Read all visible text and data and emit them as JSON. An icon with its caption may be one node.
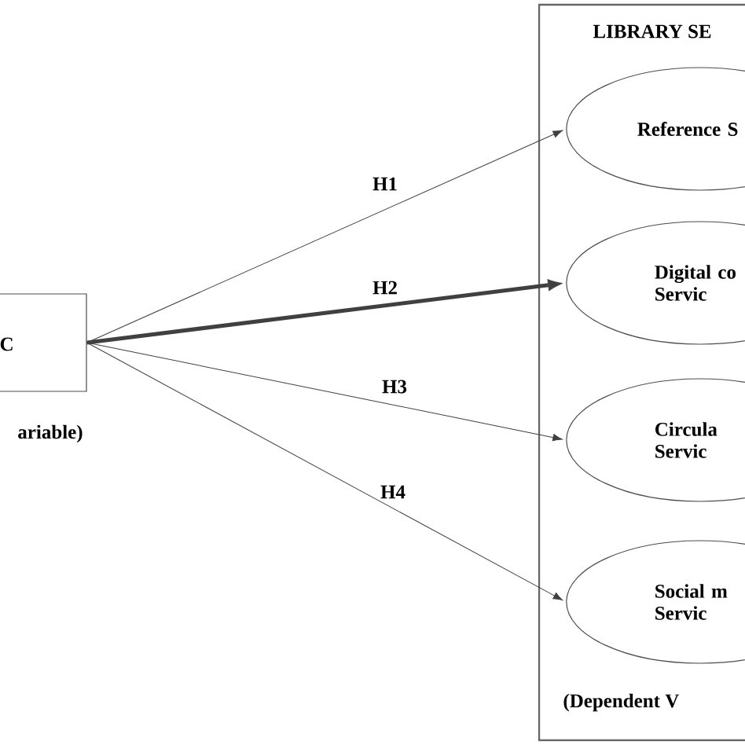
{
  "diagram": {
    "nodes": [
      {
        "text": [
          "C"
        ],
        "beside": [
          "ariable)"
        ]
      },
      {
        "text": [
          "LIBRARY SE",
          "(Dependent V"
        ]
      },
      {
        "text": [
          "Reference S"
        ],
        "in": 1
      },
      {
        "text": [
          "Digital co Servic"
        ],
        "in": 1
      },
      {
        "text": [
          "Circula Servic"
        ],
        "in": 1
      },
      {
        "text": [
          "Social m Servic"
        ],
        "in": 1
      }
    ],
    "edges": [
      {
        "from": 0,
        "to": 2,
        "arrow": "to",
        "label": "H1"
      },
      {
        "from": 0,
        "to": 3,
        "arrow": "to",
        "label": "H2",
        "style": "thick"
      },
      {
        "from": 0,
        "to": 4,
        "arrow": "to",
        "label": "H3"
      },
      {
        "from": 0,
        "to": 5,
        "arrow": "to",
        "label": "H4"
      }
    ]
  }
}
